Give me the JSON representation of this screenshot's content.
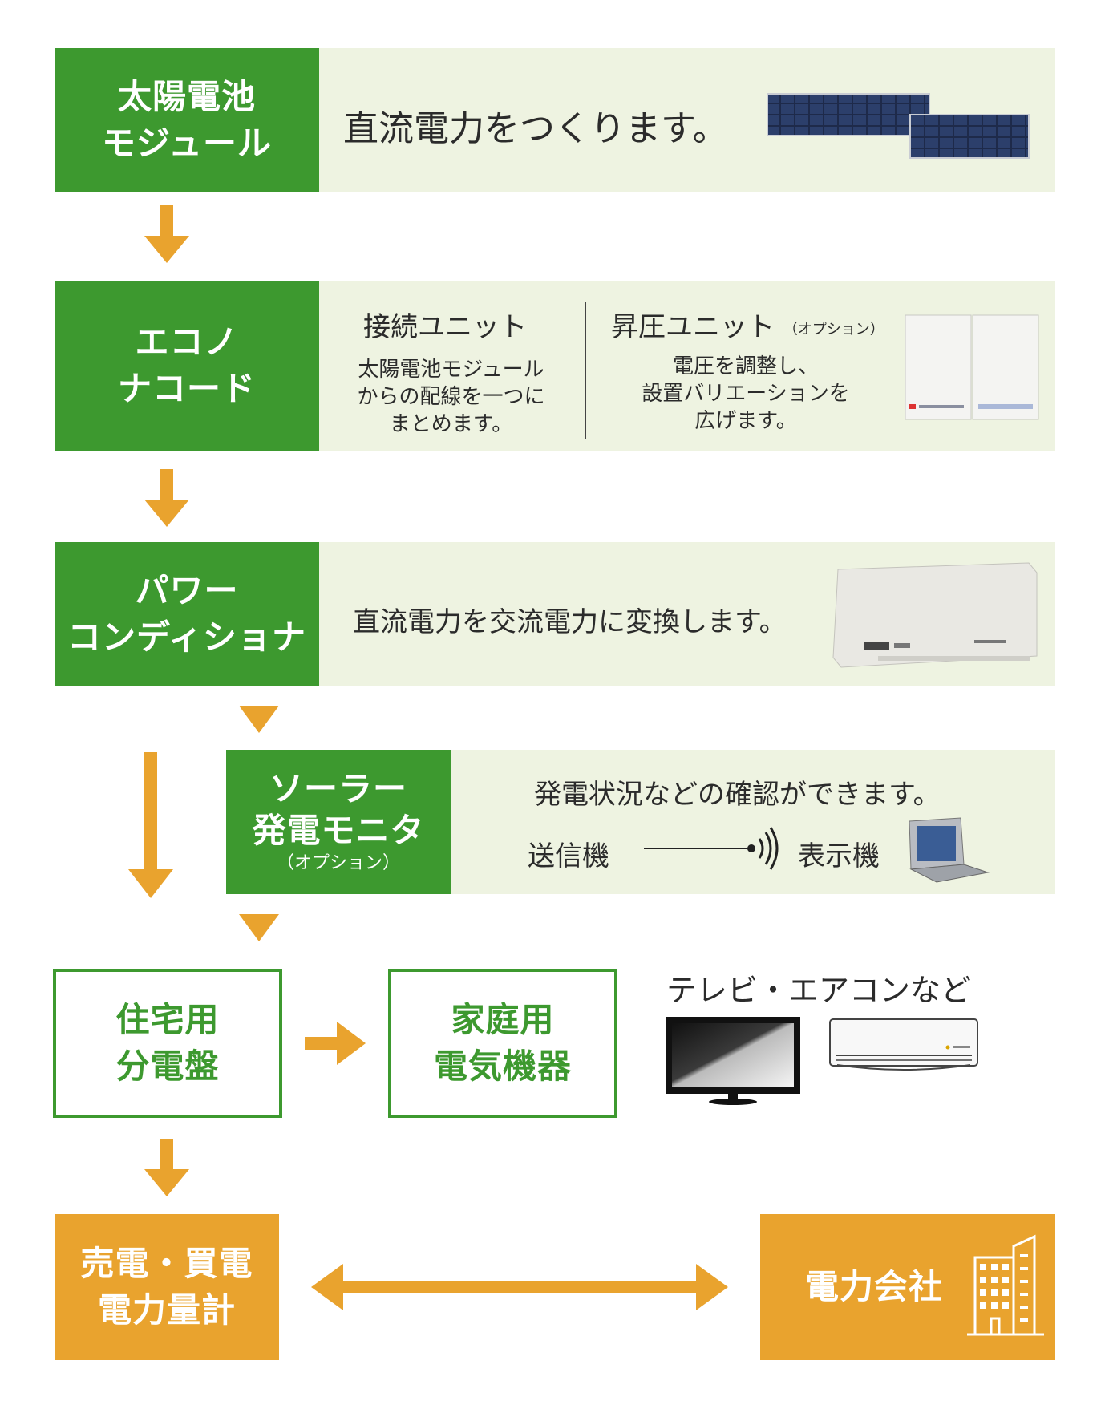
{
  "colors": {
    "green": "#3d992f",
    "band": "#eef3e1",
    "orange": "#e9a32e"
  },
  "row1": {
    "title_line1": "太陽電池",
    "title_line2": "モジュール",
    "desc": "直流電力をつくります。",
    "image_icon": "solar-panel-icon"
  },
  "row2": {
    "title_line1": "エコノ",
    "title_line2": "ナコード",
    "unit1": {
      "title": "接続ユニット",
      "line1": "太陽電池モジュール",
      "line2": "からの配線を一つに",
      "line3": "まとめます。"
    },
    "unit2": {
      "title": "昇圧ユニット",
      "option": "（オプション）",
      "line1": "電圧を調整し、",
      "line2": "設置バリエーションを",
      "line3": "広げます。"
    },
    "image_icon": "connection-unit-icon"
  },
  "row3": {
    "title_line1": "パワー",
    "title_line2": "コンディショナ",
    "desc": "直流電力を交流電力に変換します。",
    "image_icon": "power-conditioner-icon"
  },
  "row4": {
    "title_line1": "ソーラー",
    "title_line2": "発電モニタ",
    "option": "（オプション）",
    "desc": "発電状況などの確認ができます。",
    "sender": "送信機",
    "display": "表示機",
    "image_icon": "monitor-display-icon"
  },
  "row5": {
    "panel_line1": "住宅用",
    "panel_line2": "分電盤",
    "appliance_line1": "家庭用",
    "appliance_line2": "電気機器",
    "examples": "テレビ・エアコンなど",
    "tv_icon": "tv-icon",
    "ac_icon": "air-conditioner-icon"
  },
  "row6": {
    "meter_line1": "売電・買電",
    "meter_line2": "電力量計",
    "company": "電力会社",
    "building_icon": "building-icon"
  }
}
